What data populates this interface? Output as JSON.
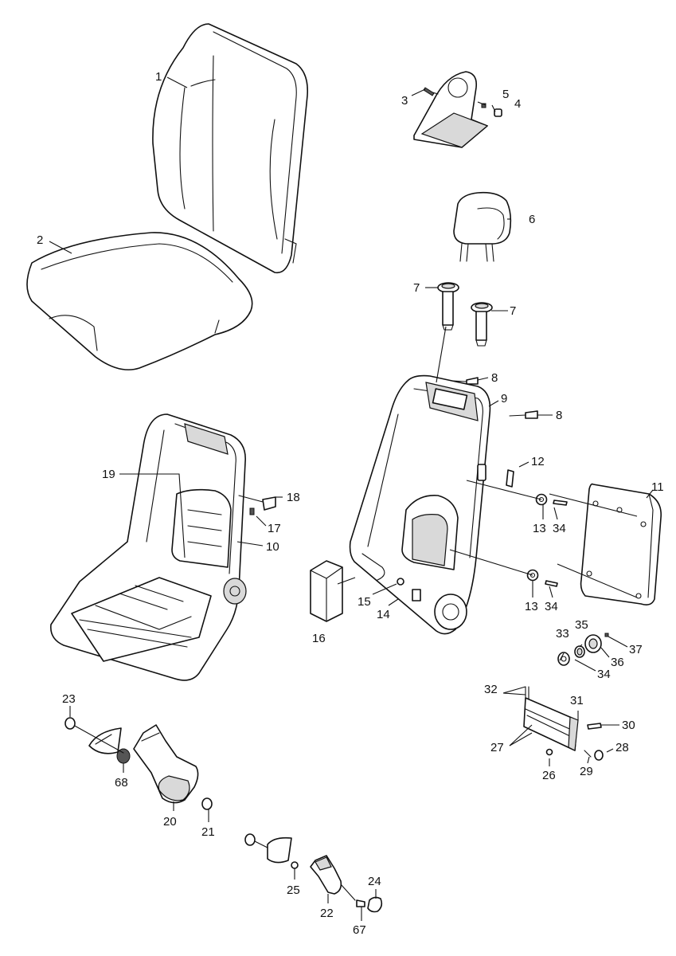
{
  "callouts": [
    {
      "id": "1",
      "label": "1"
    },
    {
      "id": "2",
      "label": "2"
    },
    {
      "id": "3",
      "label": "3"
    },
    {
      "id": "4",
      "label": "4"
    },
    {
      "id": "5",
      "label": "5"
    },
    {
      "id": "6",
      "label": "6"
    },
    {
      "id": "7a",
      "label": "7"
    },
    {
      "id": "7b",
      "label": "7"
    },
    {
      "id": "8a",
      "label": "8"
    },
    {
      "id": "8b",
      "label": "8"
    },
    {
      "id": "9",
      "label": "9"
    },
    {
      "id": "10",
      "label": "10"
    },
    {
      "id": "11",
      "label": "11"
    },
    {
      "id": "12",
      "label": "12"
    },
    {
      "id": "13a",
      "label": "13"
    },
    {
      "id": "13b",
      "label": "13"
    },
    {
      "id": "14",
      "label": "14"
    },
    {
      "id": "15",
      "label": "15"
    },
    {
      "id": "16",
      "label": "16"
    },
    {
      "id": "17",
      "label": "17"
    },
    {
      "id": "18",
      "label": "18"
    },
    {
      "id": "19",
      "label": "19"
    },
    {
      "id": "20",
      "label": "20"
    },
    {
      "id": "21",
      "label": "21"
    },
    {
      "id": "22",
      "label": "22"
    },
    {
      "id": "23",
      "label": "23"
    },
    {
      "id": "24",
      "label": "24"
    },
    {
      "id": "25",
      "label": "25"
    },
    {
      "id": "26",
      "label": "26"
    },
    {
      "id": "27",
      "label": "27"
    },
    {
      "id": "28",
      "label": "28"
    },
    {
      "id": "29",
      "label": "29"
    },
    {
      "id": "30",
      "label": "30"
    },
    {
      "id": "31",
      "label": "31"
    },
    {
      "id": "32",
      "label": "32"
    },
    {
      "id": "33",
      "label": "33"
    },
    {
      "id": "34a",
      "label": "34"
    },
    {
      "id": "34b",
      "label": "34"
    },
    {
      "id": "34c",
      "label": "34"
    },
    {
      "id": "35",
      "label": "35"
    },
    {
      "id": "36",
      "label": "36"
    },
    {
      "id": "37",
      "label": "37"
    },
    {
      "id": "67",
      "label": "67"
    },
    {
      "id": "68",
      "label": "68"
    }
  ]
}
